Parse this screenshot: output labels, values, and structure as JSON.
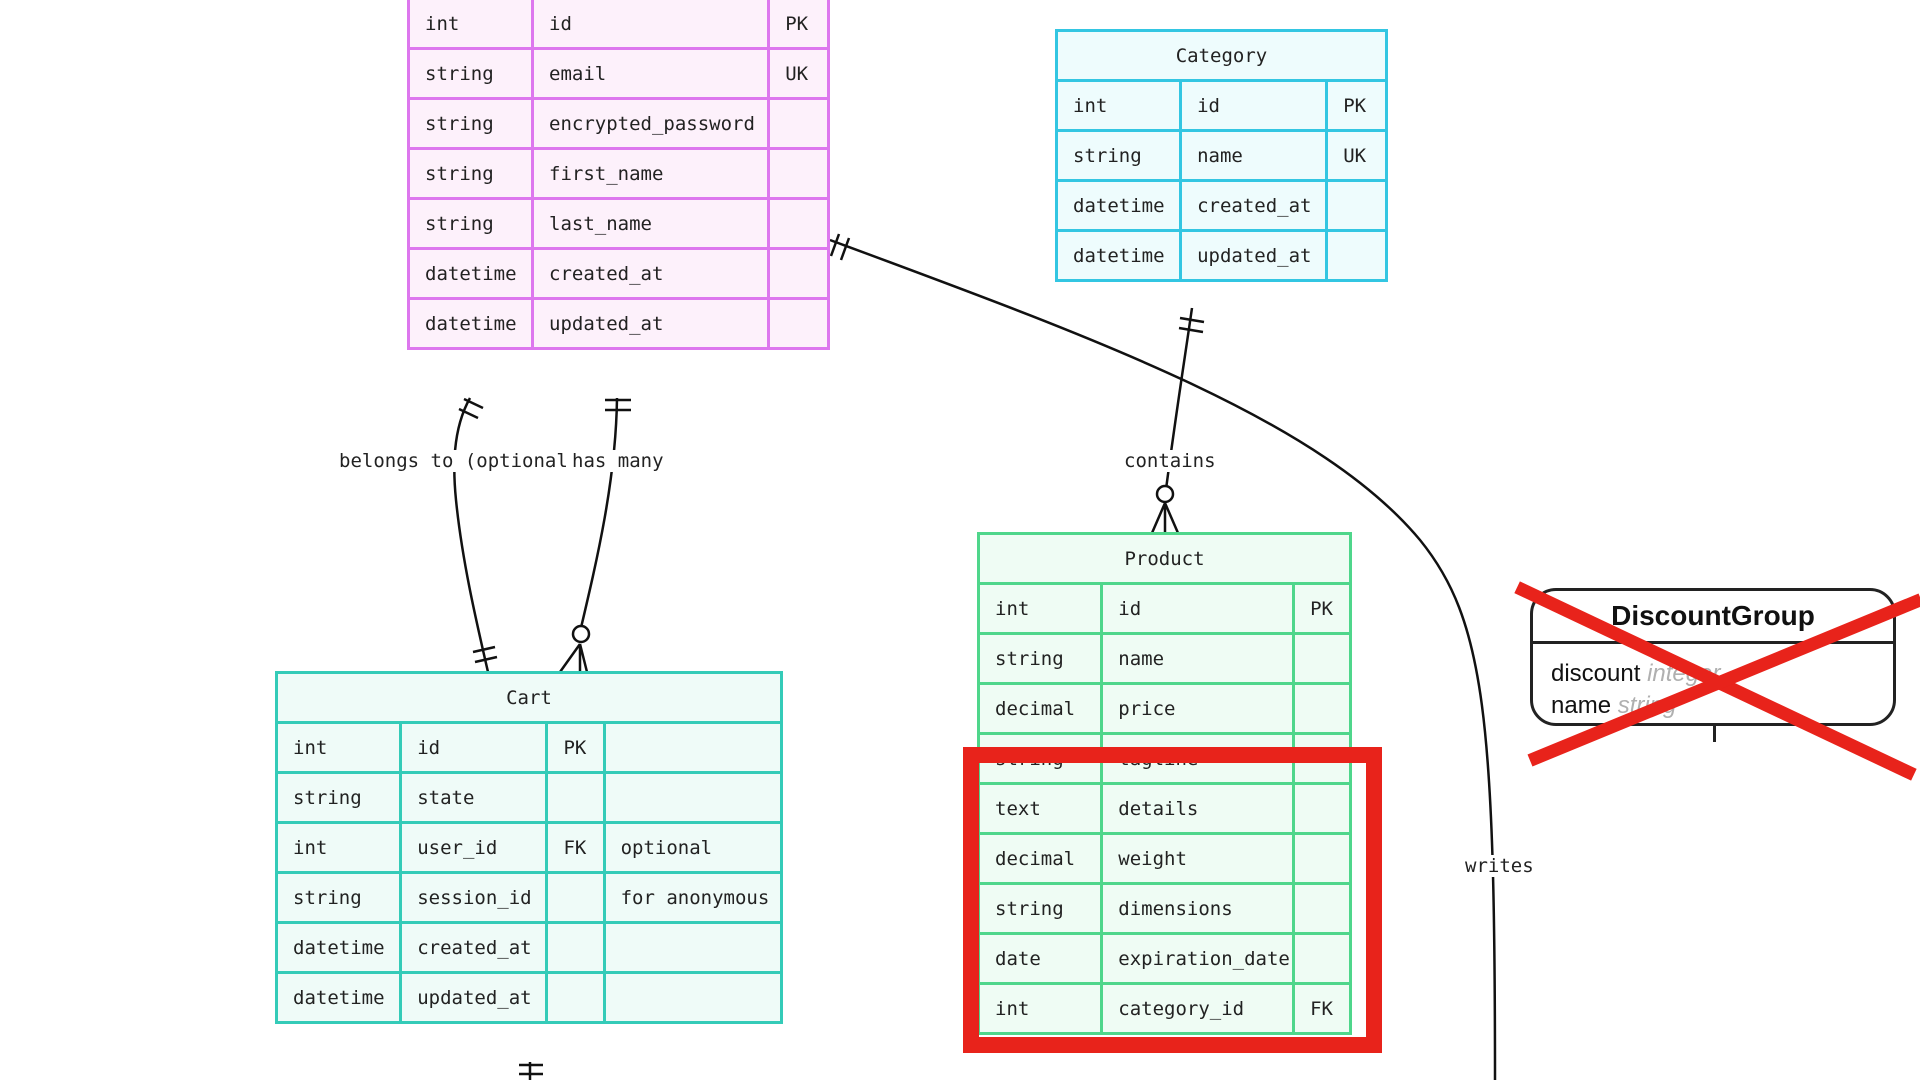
{
  "entities": {
    "users": {
      "rows": [
        {
          "type": "int",
          "name": "id",
          "key": "PK"
        },
        {
          "type": "string",
          "name": "email",
          "key": "UK"
        },
        {
          "type": "string",
          "name": "encrypted_password",
          "key": ""
        },
        {
          "type": "string",
          "name": "first_name",
          "key": ""
        },
        {
          "type": "string",
          "name": "last_name",
          "key": ""
        },
        {
          "type": "datetime",
          "name": "created_at",
          "key": ""
        },
        {
          "type": "datetime",
          "name": "updated_at",
          "key": ""
        }
      ]
    },
    "category": {
      "title": "Category",
      "rows": [
        {
          "type": "int",
          "name": "id",
          "key": "PK"
        },
        {
          "type": "string",
          "name": "name",
          "key": "UK"
        },
        {
          "type": "datetime",
          "name": "created_at",
          "key": ""
        },
        {
          "type": "datetime",
          "name": "updated_at",
          "key": ""
        }
      ]
    },
    "product": {
      "title": "Product",
      "rows": [
        {
          "type": "int",
          "name": "id",
          "key": "PK"
        },
        {
          "type": "string",
          "name": "name",
          "key": ""
        },
        {
          "type": "decimal",
          "name": "price",
          "key": ""
        },
        {
          "type": "string",
          "name": "tagline",
          "key": ""
        },
        {
          "type": "text",
          "name": "details",
          "key": ""
        },
        {
          "type": "decimal",
          "name": "weight",
          "key": ""
        },
        {
          "type": "string",
          "name": "dimensions",
          "key": ""
        },
        {
          "type": "date",
          "name": "expiration_date",
          "key": ""
        },
        {
          "type": "int",
          "name": "category_id",
          "key": "FK"
        }
      ]
    },
    "cart": {
      "title": "Cart",
      "rows": [
        {
          "type": "int",
          "name": "id",
          "key": "PK",
          "comment": ""
        },
        {
          "type": "string",
          "name": "state",
          "key": "",
          "comment": ""
        },
        {
          "type": "int",
          "name": "user_id",
          "key": "FK",
          "comment": "optional"
        },
        {
          "type": "string",
          "name": "session_id",
          "key": "",
          "comment": "for anonymous"
        },
        {
          "type": "datetime",
          "name": "created_at",
          "key": "",
          "comment": ""
        },
        {
          "type": "datetime",
          "name": "updated_at",
          "key": "",
          "comment": ""
        }
      ]
    }
  },
  "relationships": {
    "belongs_to": "belongs to (optional)",
    "has_many": "has many",
    "contains": "contains",
    "writes": "writes"
  },
  "discount_group": {
    "title": "DiscountGroup",
    "fields": [
      {
        "name": "discount",
        "type": "integer"
      },
      {
        "name": "name",
        "type": "string"
      }
    ],
    "crossed_out": true
  },
  "colors": {
    "users": "#dd77ee",
    "category": "#33c6e2",
    "product": "#4fd68b",
    "cart": "#34cbb8",
    "highlight": "#e8231b"
  }
}
